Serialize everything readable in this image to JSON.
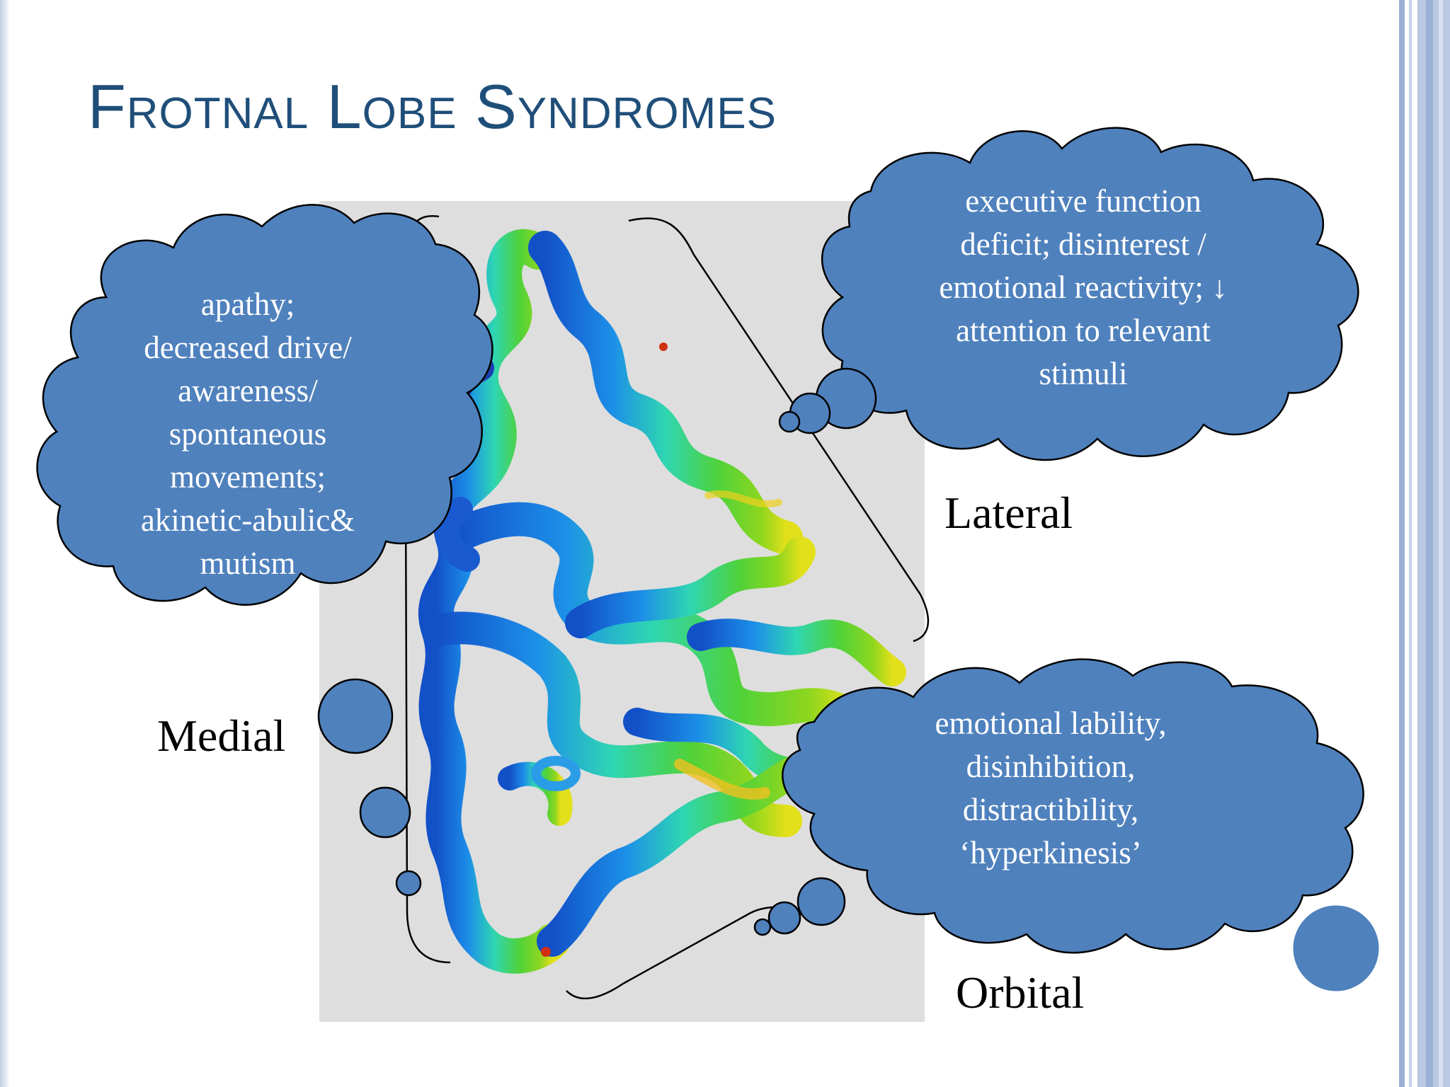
{
  "slide": {
    "title": "Frotnal Lobe Syndromes"
  },
  "labels": {
    "medial": "Medial",
    "lateral": "Lateral",
    "orbital": "Orbital"
  },
  "callouts": {
    "medial": [
      "apathy;",
      "decreased drive/",
      "awareness/",
      "spontaneous",
      "movements;",
      "akinetic-abulic&",
      "mutism"
    ],
    "lateral": [
      "executive function",
      "deficit; disinterest /",
      "emotional reactivity; ↓",
      "attention to relevant",
      "stimuli"
    ],
    "orbital": [
      "emotional lability,",
      "disinhibition,",
      "distractibility,",
      "‘hyperkinesis’"
    ]
  },
  "image": {
    "icon": "brain-slice-heatmap"
  },
  "colors": {
    "title": "#1f4e79",
    "cloud_fill": "#4f81bd",
    "cloud_stroke": "#000000",
    "callout_text": "#ffffff",
    "frame": "#9db0d3",
    "image_background": "#dedede"
  }
}
